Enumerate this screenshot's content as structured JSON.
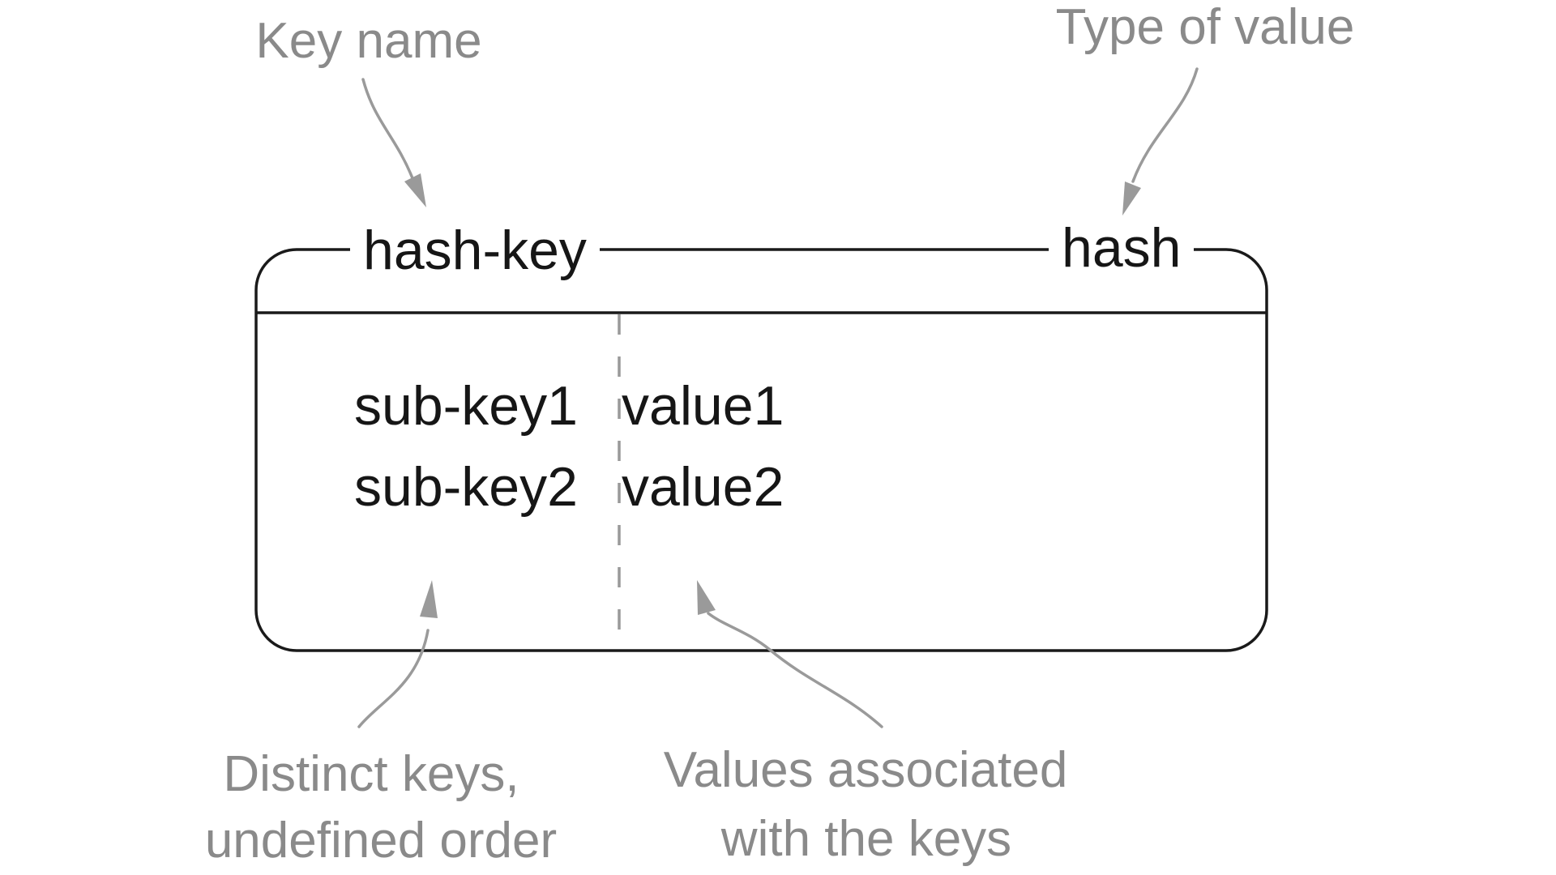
{
  "diagram": {
    "title_semantics": "hash data structure anatomy",
    "colors": {
      "text_black": "#161616",
      "text_gray": "#8a8a8a",
      "arrow_gray": "#9a9a9a",
      "border_black": "#1a1a1a",
      "dashed_gray": "#999999",
      "background": "#ffffff"
    },
    "annotations": {
      "key_name": "Key name",
      "type_of_value": "Type of value",
      "distinct_keys": {
        "lines": [
          "Distinct keys,",
          "undefined order"
        ]
      },
      "values_associated": {
        "lines": [
          "Values associated",
          "with the keys"
        ]
      }
    },
    "arrows": {
      "key_name": "curved-arrow-down",
      "type_of_value": "curved-arrow-down",
      "distinct_keys": "curved-arrow-up",
      "values_associated": "curved-arrow-up"
    },
    "box": {
      "key_label": "hash-key",
      "type_label": "hash",
      "rows": [
        {
          "key": "sub-key1",
          "value": "value1"
        },
        {
          "key": "sub-key2",
          "value": "value2"
        }
      ]
    }
  }
}
